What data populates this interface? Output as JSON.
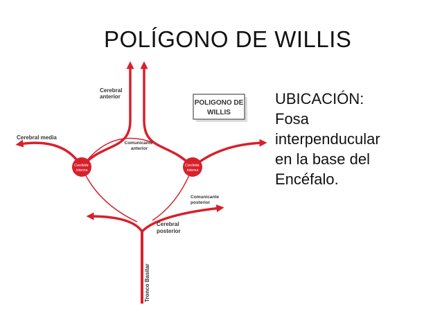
{
  "slide": {
    "title": "POLÍGONO DE WILLIS",
    "body_lines": [
      "UBICACIÓN:",
      "Fosa",
      "interpenducular",
      "en  la base del",
      "Encéfalo."
    ]
  },
  "diagram": {
    "inset_label_line1": "POLIGONO DE",
    "inset_label_line2": "WILLIS",
    "labels": {
      "cerebral_anterior_1": "Cerebral",
      "cerebral_anterior_2": "anterior",
      "cerebral_media": "Cerebral media",
      "comunicante_anterior_1": "Comunicante",
      "comunicante_anterior_2": "anterior",
      "carotida_left_1": "Carótida",
      "carotida_left_2": "interna",
      "carotida_right_1": "Carótida",
      "carotida_right_2": "interna",
      "comunicante_posterior_1": "Comunicante",
      "comunicante_posterior_2": "posterior",
      "cerebral_posterior_1": "Cerebral",
      "cerebral_posterior_2": "posterior",
      "tronco_basilar": "Tronco Basilar"
    },
    "colors": {
      "artery": "#d8202b",
      "text": "#333333"
    }
  }
}
